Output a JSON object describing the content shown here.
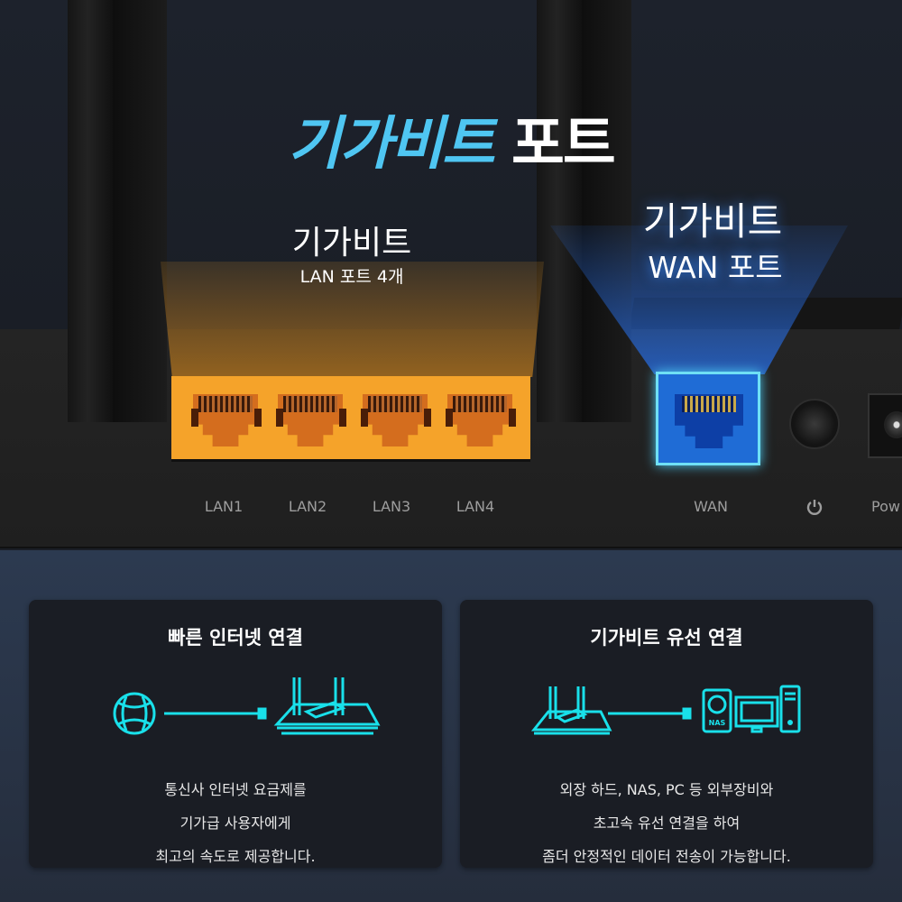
{
  "headline": {
    "accent": "기가비트",
    "rest": "포트"
  },
  "lan_callout": {
    "title": "기가비트",
    "subtitle": "LAN 포트 4개"
  },
  "wan_callout": {
    "title": "기가비트",
    "subtitle": "WAN 포트"
  },
  "port_labels": [
    "LAN1",
    "LAN2",
    "LAN3",
    "LAN4",
    "WAN"
  ],
  "power_label": "Pow",
  "colors": {
    "accent": "#4fc6f2",
    "lan": "#f5a32a",
    "wan": "#1f6cd6",
    "icon": "#19e0ea"
  },
  "cards": [
    {
      "title": "빠른 인터넷 연결",
      "lines": [
        "통신사 인터넷 요금제를",
        "기가급 사용자에게",
        "최고의 속도로 제공합니다."
      ]
    },
    {
      "title": "기가비트 유선 연결",
      "lines": [
        "외장 하드, NAS, PC 등 외부장비와",
        "초고속 유선 연결을 하여",
        "좀더 안정적인 데이터 전송이 가능합니다."
      ],
      "nas_label": "NAS"
    }
  ]
}
